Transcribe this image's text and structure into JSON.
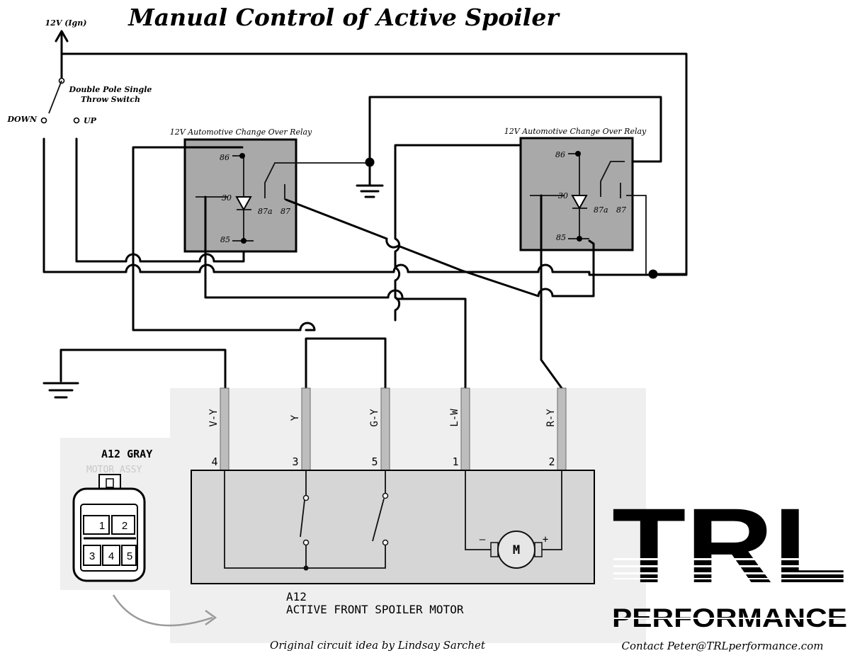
{
  "title": "Manual Control of Active Spoiler",
  "supply_label": "12V (Ign)",
  "switch": {
    "label_line1": "Double Pole Single",
    "label_line2": "Throw Switch",
    "down_label": "DOWN",
    "up_label": "UP"
  },
  "relays": [
    {
      "label": "12V Automotive Change Over Relay",
      "pins": {
        "p86": "86",
        "p30": "30",
        "p85": "85",
        "p87a": "87a",
        "p87": "87"
      }
    },
    {
      "label": "12V Automotive Change Over Relay",
      "pins": {
        "p86": "86",
        "p30": "30",
        "p85": "85",
        "p87a": "87a",
        "p87": "87"
      }
    }
  ],
  "motor_wires": [
    {
      "color": "V-Y",
      "pin": "4"
    },
    {
      "color": "Y",
      "pin": "3"
    },
    {
      "color": "G-Y",
      "pin": "5"
    },
    {
      "color": "L-W",
      "pin": "1"
    },
    {
      "color": "R-Y",
      "pin": "2"
    }
  ],
  "connector": {
    "title": "A12 GRAY",
    "faint_text": "MOTOR ASSY",
    "pins": [
      "1",
      "2",
      "3",
      "4",
      "5"
    ]
  },
  "motor": {
    "id": "A12",
    "name": "ACTIVE FRONT SPOILER MOTOR",
    "symbol": "M",
    "minus": "–",
    "plus": "+"
  },
  "logo": {
    "main": "TRL",
    "sub": "PERFORMANCE"
  },
  "credit": "Original circuit idea by Lindsay Sarchet",
  "contact": "Contact Peter@TRLperformance.com"
}
